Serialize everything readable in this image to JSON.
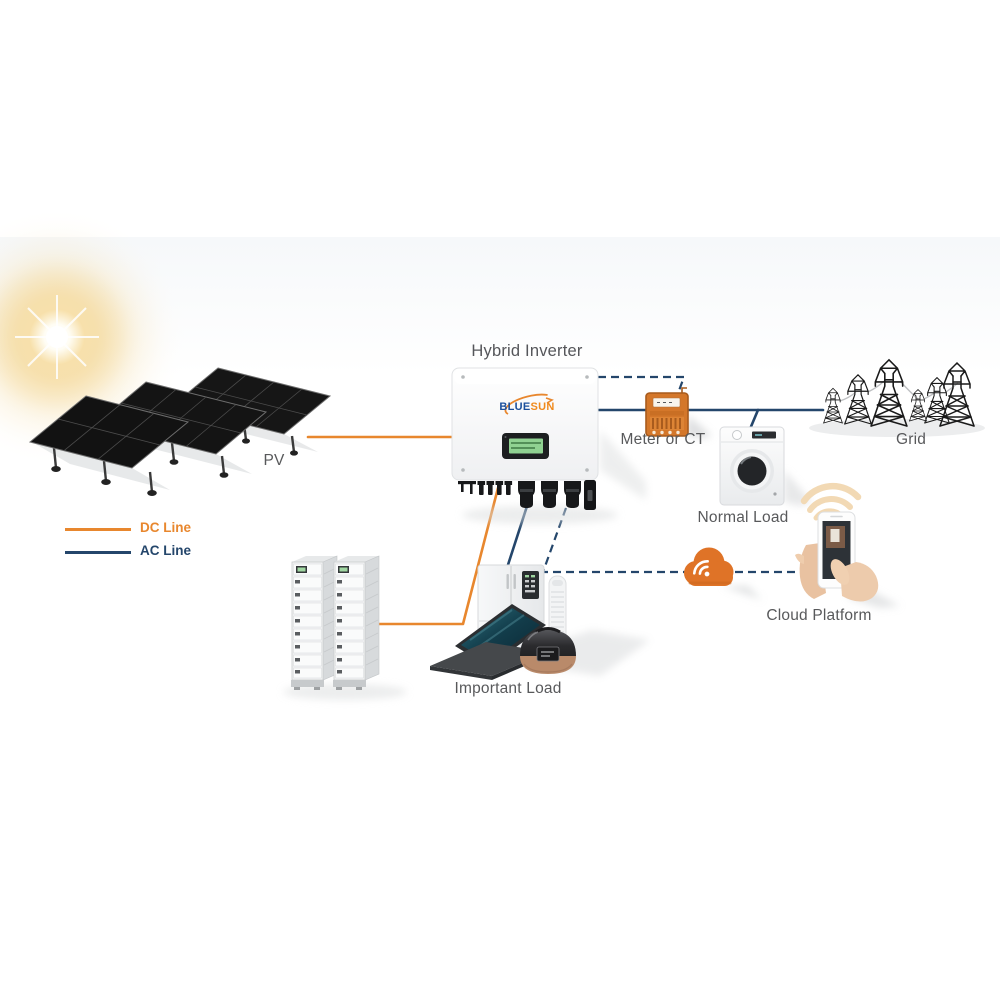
{
  "title": "Hybrid Inverter",
  "legend": {
    "dc_label": "DC Line",
    "ac_label": "AC Line"
  },
  "labels": {
    "pv": "PV",
    "meter": "Meter or CT",
    "grid": "Grid",
    "normal_load": "Normal Load",
    "cloud_platform": "Cloud Platform",
    "important_load": "Important Load"
  },
  "inverter": {
    "brand_blue": "BLUE",
    "brand_orange": "SUN"
  },
  "colors": {
    "dc_line": "#E8872E",
    "ac_line": "#24466B",
    "label_text": "#58595B",
    "brand_blue": "#1B4F9C",
    "brand_orange": "#F08A1D",
    "meter_body": "#D4772A",
    "cloud_body": "#DF7327",
    "sun_glow": "#F3D694",
    "inverter_screen": "#90D292"
  },
  "icons": {
    "sun": "radial-glow",
    "solar-array": "tilted-dark-panels",
    "battery-rack": "stacked-modules-cabinet",
    "meter": "orange-box-with-display",
    "grid": "lattice-pylons",
    "washing-machine": "front-load-washer",
    "cloud": "orange-cloud-with-wifi",
    "wifi": "signal-arcs",
    "phone-in-hands": "smartphone",
    "important-load": "fridge-fan-laptop-cooker"
  }
}
